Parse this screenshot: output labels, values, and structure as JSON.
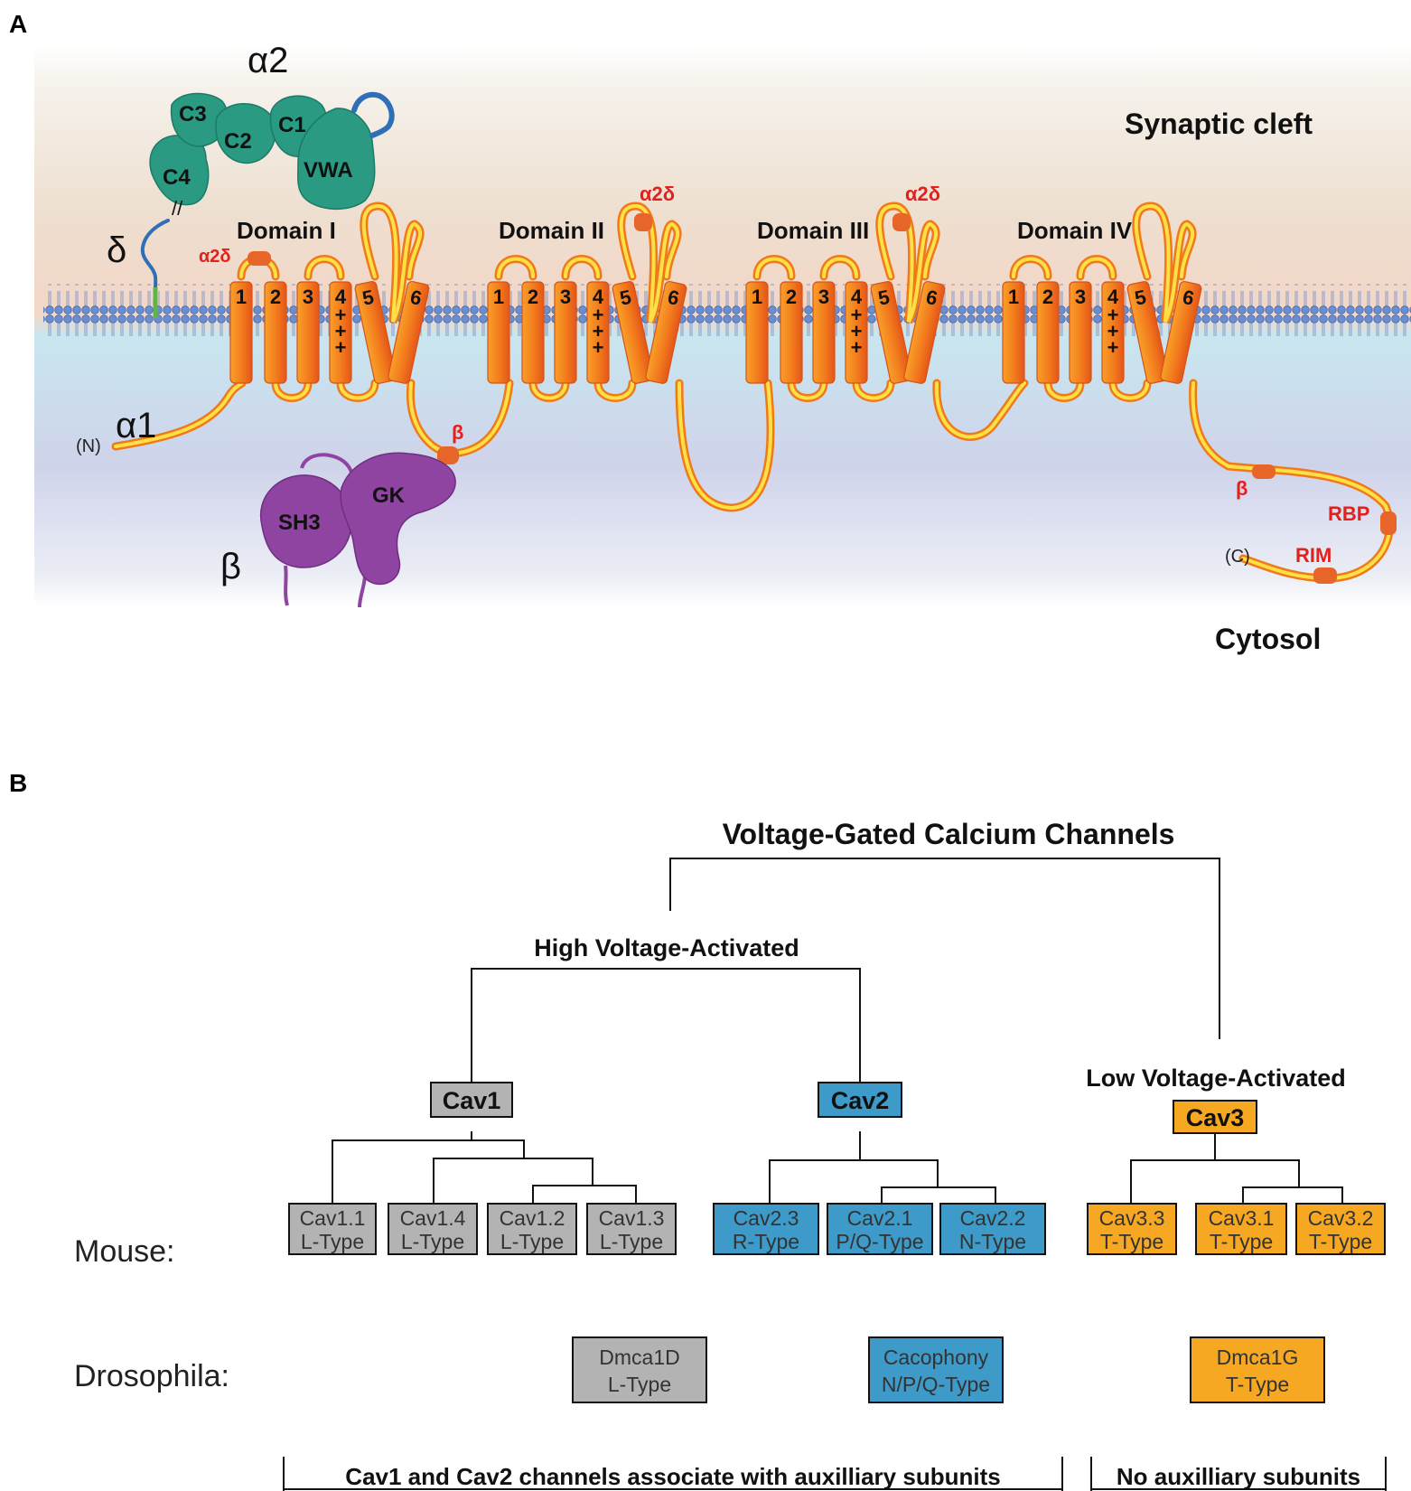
{
  "panels": {
    "a": "A",
    "b": "B"
  },
  "panel_a": {
    "compartments": {
      "synaptic_cleft": "Synaptic cleft",
      "cytosol": "Cytosol"
    },
    "subunits": {
      "alpha2": "α2",
      "delta": "δ",
      "alpha1": "α1",
      "beta": "β"
    },
    "alpha2_modules": [
      "C3",
      "C2",
      "C1",
      "C4",
      "VWA"
    ],
    "beta_modules": [
      "SH3",
      "GK"
    ],
    "termini": {
      "n": "(N)",
      "c": "(C)"
    },
    "domains": [
      "Domain I",
      "Domain II",
      "Domain III",
      "Domain IV"
    ],
    "segments": [
      "1",
      "2",
      "3",
      "4",
      "5",
      "6"
    ],
    "s4_charge": "+",
    "binding_sites": {
      "a2d": "α2δ",
      "beta": "β",
      "rbp": "RBP",
      "rim": "RIM"
    },
    "break_mark": "//",
    "colors": {
      "alpha2": "#2a9a82",
      "beta": "#8e44a0",
      "helix": "#f07a1a",
      "site": "#e3201b"
    }
  },
  "panel_b": {
    "title": "Voltage-Gated Calcium Channels",
    "hva": "High Voltage-Activated",
    "lva": "Low Voltage-Activated",
    "families": [
      {
        "name": "Cav1",
        "color": "#b3b3b3"
      },
      {
        "name": "Cav2",
        "color": "#3d9ac9"
      },
      {
        "name": "Cav3",
        "color": "#f7a823"
      }
    ],
    "row_labels": {
      "mouse": "Mouse:",
      "drosophila": "Drosophila:"
    },
    "mouse": [
      {
        "l1": "Cav1.1",
        "l2": "L-Type",
        "family": 0
      },
      {
        "l1": "Cav1.4",
        "l2": "L-Type",
        "family": 0
      },
      {
        "l1": "Cav1.2",
        "l2": "L-Type",
        "family": 0
      },
      {
        "l1": "Cav1.3",
        "l2": "L-Type",
        "family": 0
      },
      {
        "l1": "Cav2.3",
        "l2": "R-Type",
        "family": 1
      },
      {
        "l1": "Cav2.1",
        "l2": "P/Q-Type",
        "family": 1
      },
      {
        "l1": "Cav2.2",
        "l2": "N-Type",
        "family": 1
      },
      {
        "l1": "Cav3.3",
        "l2": "T-Type",
        "family": 2
      },
      {
        "l1": "Cav3.1",
        "l2": "T-Type",
        "family": 2
      },
      {
        "l1": "Cav3.2",
        "l2": "T-Type",
        "family": 2
      }
    ],
    "drosophila": [
      {
        "l1": "Dmca1D",
        "l2": "L-Type",
        "family": 0
      },
      {
        "l1": "Cacophony",
        "l2": "N/P/Q-Type",
        "family": 1
      },
      {
        "l1": "Dmca1G",
        "l2": "T-Type",
        "family": 2
      }
    ],
    "footnotes": {
      "aux": "Cav1 and Cav2 channels associate with auxilliary subunits",
      "no_aux": "No auxilliary subunits"
    }
  }
}
